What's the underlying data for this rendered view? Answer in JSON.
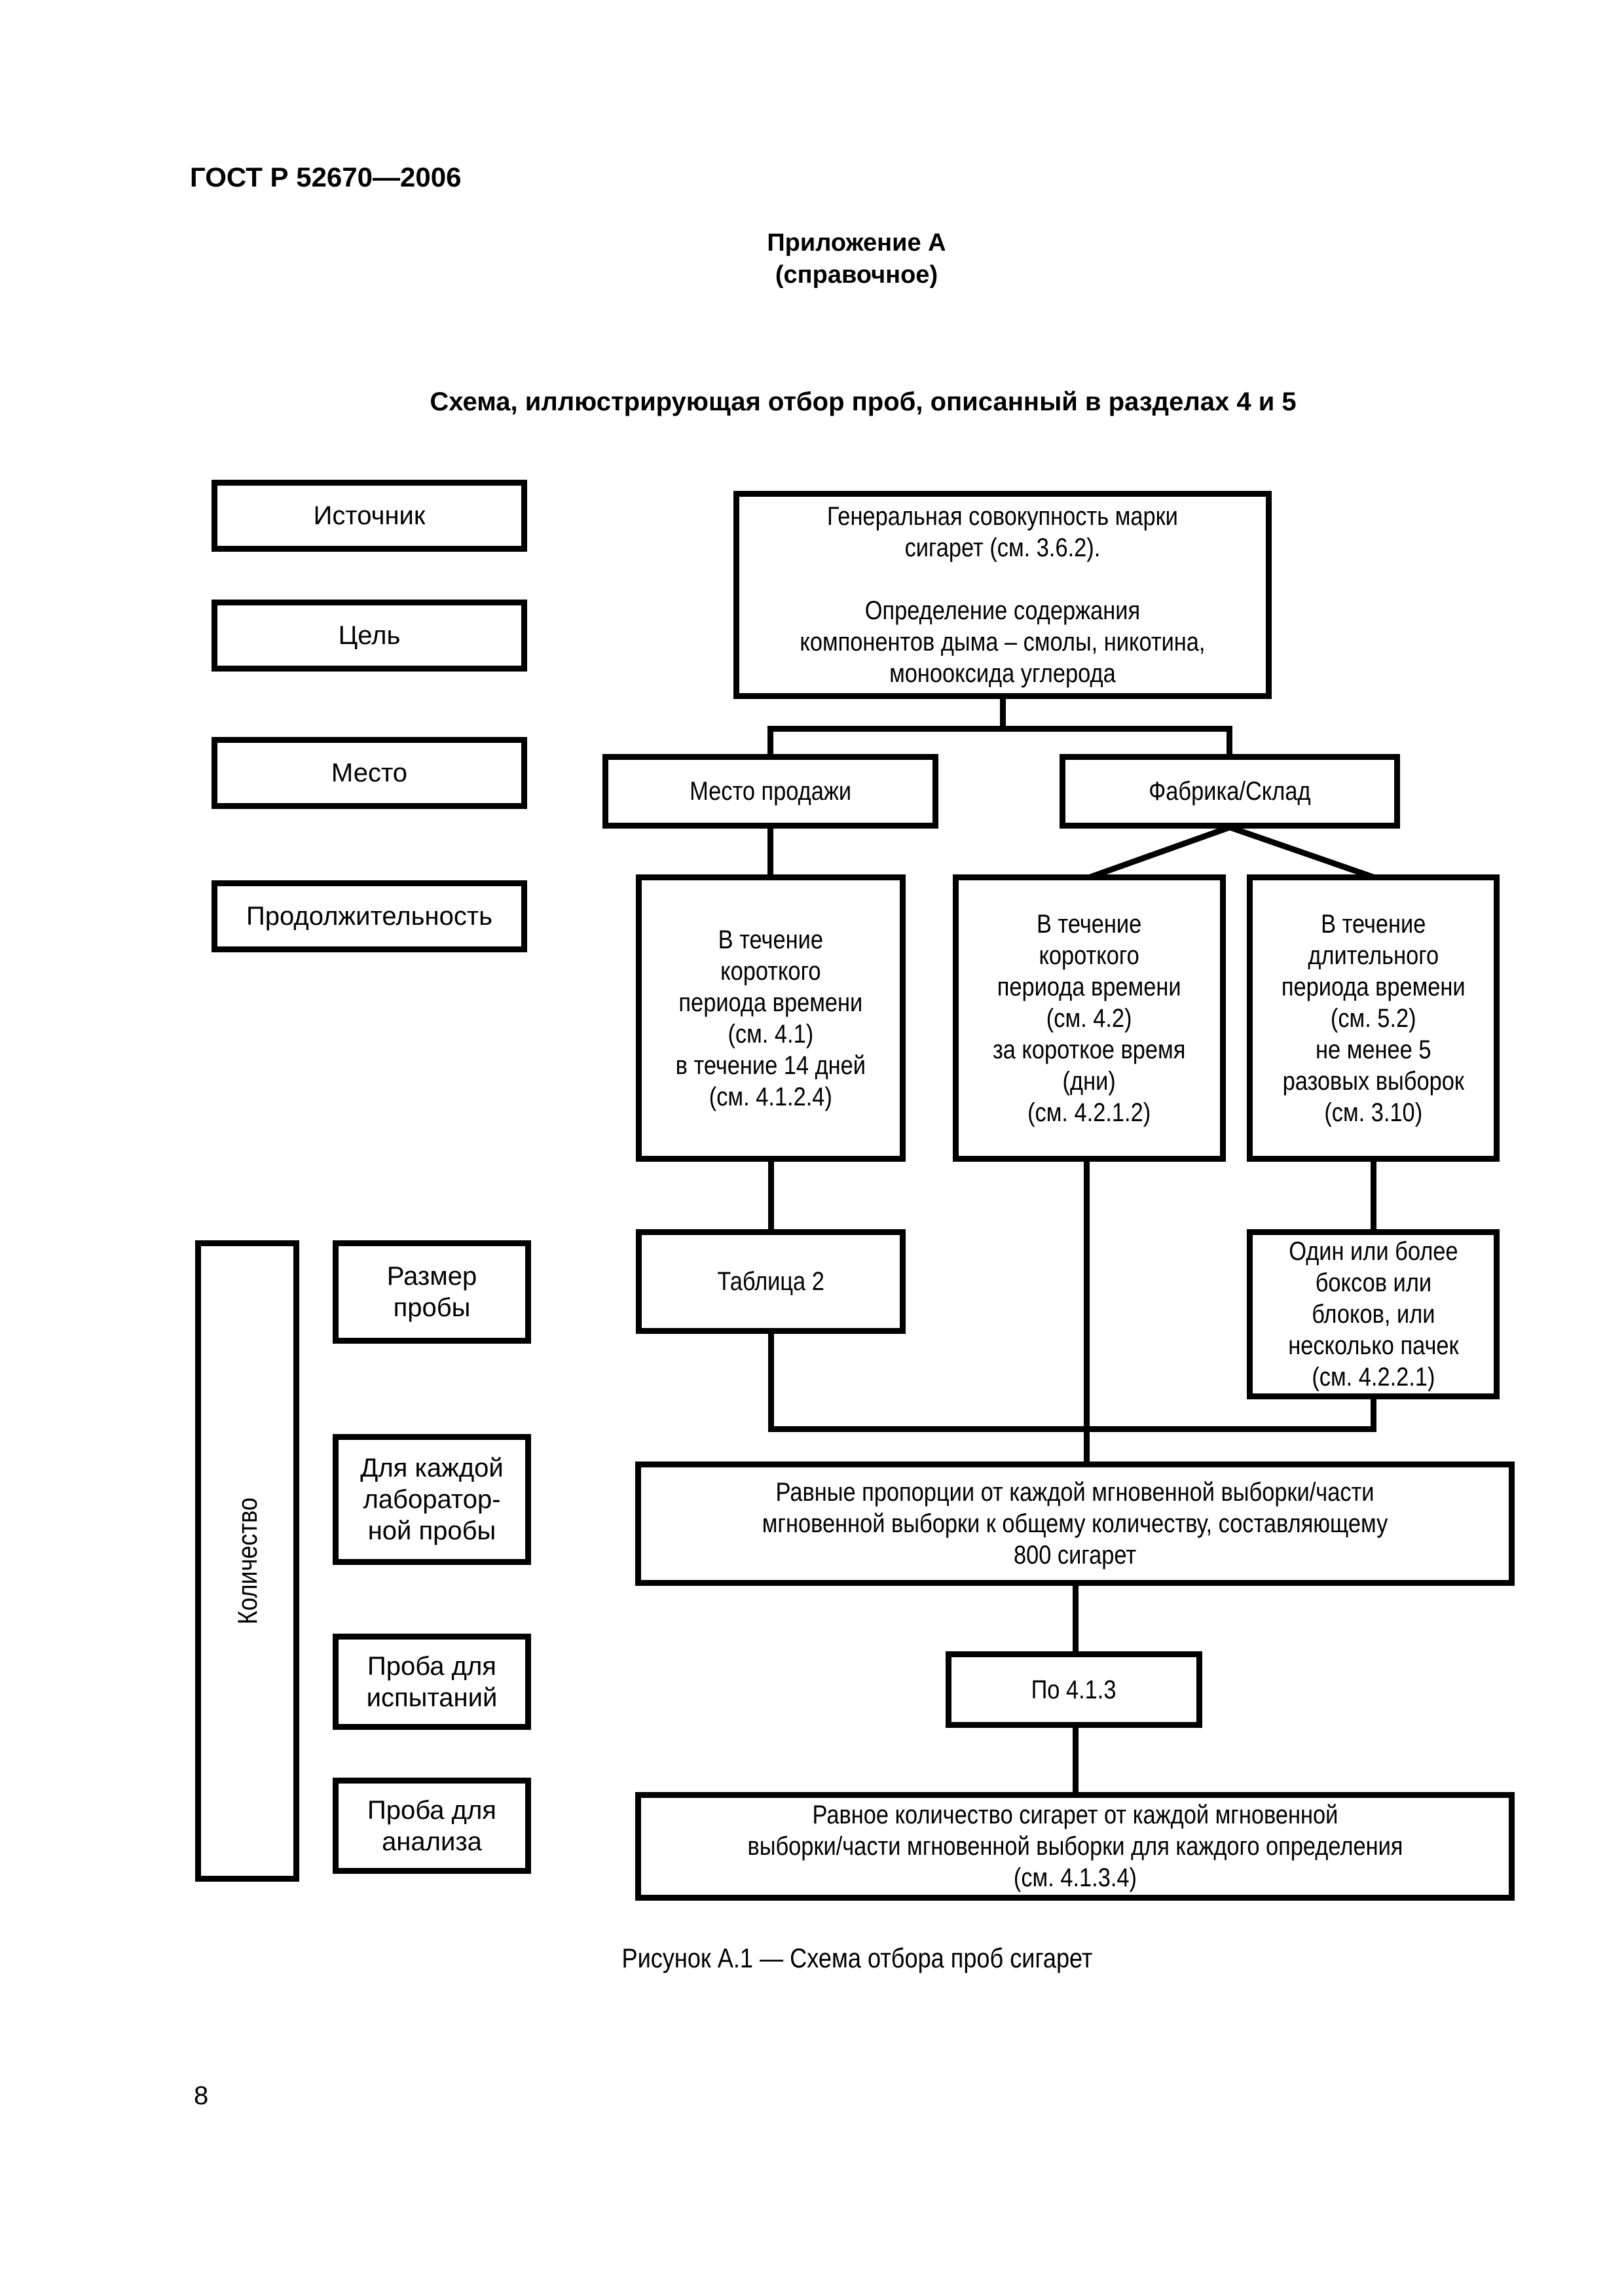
{
  "page": {
    "doc_number": "ГОСТ Р 52670—2006",
    "appendix_title": "Приложение А",
    "appendix_note": "(справочное)",
    "scheme_title": "Схема, иллюстрирующая отбор проб, описанный в разделах 4 и 5",
    "figure_caption": "Рисунок А.1 — Схема отбора проб сигарет",
    "page_number": "8"
  },
  "row_labels": {
    "source": "Источник",
    "purpose": "Цель",
    "place": "Место",
    "duration": "Продолжительность",
    "sample_size": [
      "Размер",
      "пробы"
    ],
    "quantity": "Количество",
    "lab_sample": [
      "Для каждой",
      "лаборатор-",
      "ной пробы"
    ],
    "test_sample": [
      "Проба для",
      "испытаний"
    ],
    "analysis_sample": [
      "Проба для",
      "анализа"
    ]
  },
  "flowchart": {
    "population": [
      "Генеральная совокупность марки",
      "сигарет (см. 3.6.2).",
      "",
      "Определение содержания",
      "компонентов дыма – смолы, никотина,",
      "монооксида углерода"
    ],
    "sale_place": "Место продажи",
    "factory": "Фабрика/Склад",
    "duration_sale": [
      "В течение",
      "короткого",
      "периода времени",
      "(см. 4.1)",
      "в течение 14 дней",
      "(см. 4.1.2.4)"
    ],
    "duration_factory_short": [
      "В течение",
      "короткого",
      "периода времени",
      "(см. 4.2)",
      "за короткое время",
      "(дни)",
      "(см. 4.2.1.2)"
    ],
    "duration_factory_long": [
      "В течение",
      "длительного",
      "периода времени",
      "(см. 5.2)",
      "не менее 5",
      "разовых выборок",
      "(см. 3.10)"
    ],
    "table2": "Таблица 2",
    "boxes_blocks": [
      "Один или более",
      "боксов или",
      "блоков, или",
      "несколько пачек",
      "(см. 4.2.2.1)"
    ],
    "equal_proportions": [
      "Равные пропорции от каждой мгновенной выборки/части",
      "мгновенной выборки к общему количеству, составляющему",
      "800 сигарет"
    ],
    "per_413": "По 4.1.3",
    "equal_quantity": [
      "Равное количество сигарет от каждой мгновенной",
      "выборки/части мгновенной выборки для каждого определения",
      "(см. 4.1.3.4)"
    ]
  }
}
